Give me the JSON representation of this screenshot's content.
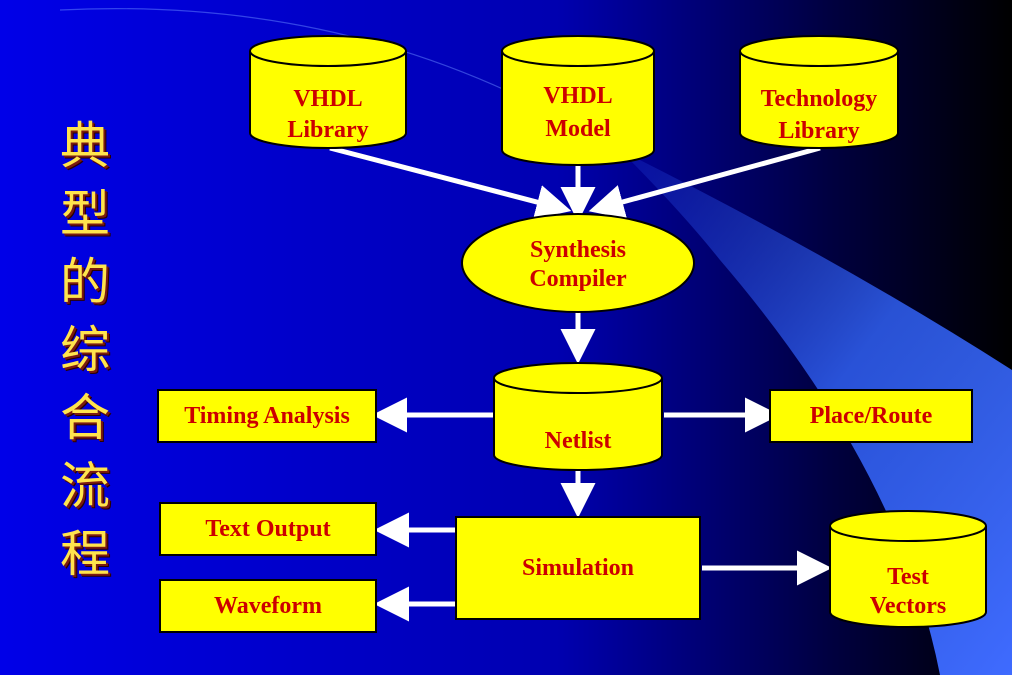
{
  "title_chars": [
    "典",
    "型",
    "的",
    "综",
    "合",
    "流",
    "程"
  ],
  "nodes": {
    "vhdl_library": {
      "lines": [
        "VHDL",
        "Library"
      ]
    },
    "vhdl_model": {
      "lines": [
        "VHDL",
        "Model"
      ]
    },
    "technology_library": {
      "lines": [
        "Technology",
        "Library"
      ]
    },
    "synthesis_compiler": {
      "lines": [
        "Synthesis",
        "Compiler"
      ]
    },
    "netlist": {
      "lines": [
        "Netlist"
      ]
    },
    "timing_analysis": {
      "lines": [
        "Timing Analysis"
      ]
    },
    "place_route": {
      "lines": [
        "Place/Route"
      ]
    },
    "text_output": {
      "lines": [
        "Text Output"
      ]
    },
    "simulation": {
      "lines": [
        "Simulation"
      ]
    },
    "waveform": {
      "lines": [
        "Waveform"
      ]
    },
    "test_vectors": {
      "lines": [
        "Test",
        "Vectors"
      ]
    }
  },
  "colors": {
    "node_fill": "#FFFF00",
    "node_text": "#CC0000",
    "title_text": "#FFE44D",
    "arrow": "#FFFFFF",
    "background": "#0000CC"
  }
}
